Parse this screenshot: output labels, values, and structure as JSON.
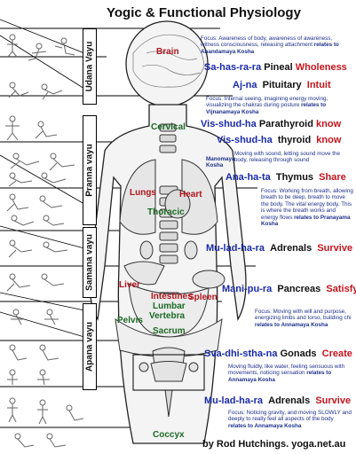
{
  "title": "Yogic & Functional Physiology",
  "credit": "by Rod Hutchings. yoga.net.au",
  "vayus": [
    "Udana Vayu",
    "Pranna vayu",
    "Samana vayu",
    "Apana vayu"
  ],
  "levels": [
    {
      "sanskrit": "Sa-has-ra-ra",
      "gland": "Pineal",
      "quality": "Wholeness"
    },
    {
      "sanskrit": "Aj-na",
      "gland": "Pituitary",
      "quality": "Intuit"
    },
    {
      "sanskrit": "Vis-shud-ha",
      "gland": "Parathyroid",
      "quality": "know"
    },
    {
      "sanskrit": "Vis-shud-ha",
      "gland": "thyroid",
      "quality": "know"
    },
    {
      "sanskrit": "Ana-ha-ta",
      "gland": "Thymus",
      "quality": "Share"
    },
    {
      "sanskrit": "Mu-lad-ha-ra",
      "gland": "Adrenals",
      "quality": "Survive"
    },
    {
      "sanskrit": "Mani-pu-ra",
      "gland": "Pancreas",
      "quality": "Satisfy"
    },
    {
      "sanskrit": "Sva-dhi-stha-na",
      "gland": "Gonads",
      "quality": "Create"
    },
    {
      "sanskrit": "Mu-lad-ha-ra",
      "gland": "Adrenals",
      "quality": "Survive"
    }
  ],
  "focus": [
    {
      "text": "Focus: Awareness of body, awareness of awareness, witness consciousness, releasing attachment ",
      "bold": "relates to Anandamaya Kosha"
    },
    {
      "text": "Focus: Internal seeing, imagining energy moving, visualizing the chakras during posture ",
      "bold": "relates to Vijnanamaya Kosha"
    },
    {
      "text": "Moving with sound, letting sound move the body, releasing through sound",
      "bold": ""
    },
    {
      "text": "Focus: Working from breath, allowing breath to be deep, breath to move the body. The vital energy body. This is where the breath works and energy flows ",
      "bold": "relates to Pranayama Kosha"
    },
    {
      "text": "Focus: Moving with will and purpose, energizing limbs and torso, building chi ",
      "bold": "relates to Annamaya Kosha"
    },
    {
      "text": "Moving fluidly, like water, feeling sensuous with movements, noticing sensation ",
      "bold": "relates to Annamaya Kosha"
    },
    {
      "text": "Focus: Noticing gravity, and moving SLOWLY and deeply to really feel all aspects of the body ",
      "bold": "relates to Annamaya Kosha"
    }
  ],
  "manomaya": "Manomaya Kosha",
  "organs": {
    "brain": "Brain",
    "cervical": "Cervical",
    "lungs": "Lungs",
    "heart": "Heart",
    "thoracic": "Thoracic",
    "liver": "Liver",
    "intestines": "Intestines",
    "spleen": "Spleen",
    "lumbar": "Lumbar",
    "vertebra": "Vertebra",
    "pelvis": "Pelvis",
    "sacrum": "Sacrum",
    "coccyx": "Coccyx"
  }
}
